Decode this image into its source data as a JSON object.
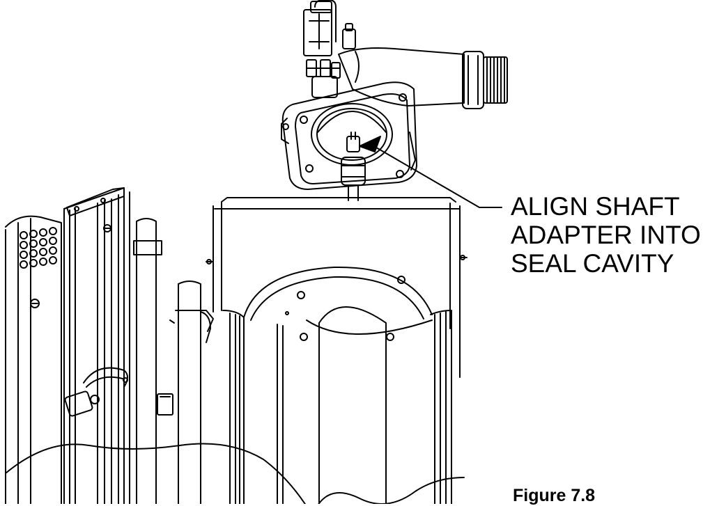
{
  "callout": {
    "lines": [
      "ALIGN SHAFT",
      "ADAPTER INTO",
      "SEAL CAVITY"
    ]
  },
  "figure": {
    "caption": "Figure 7.8"
  },
  "colors": {
    "ink": "#000000",
    "paper": "#ffffff"
  }
}
